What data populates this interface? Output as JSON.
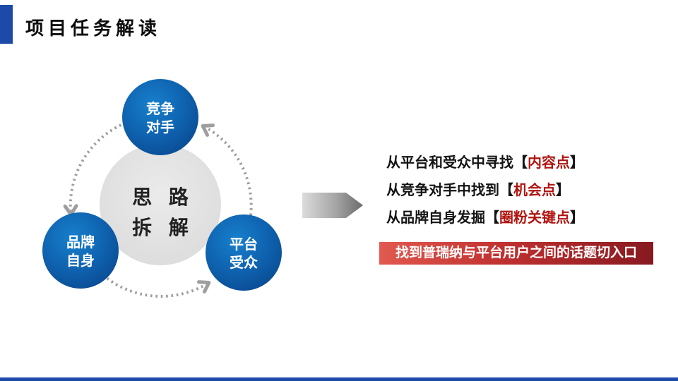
{
  "slide": {
    "title": "项目任务解读"
  },
  "colors": {
    "accent_blue": "#1C4AA9",
    "node_blue": "#0E63B0",
    "center_gray": "#E0E0E0",
    "keyword_red": "#B01410",
    "banner_red_from": "#E25A50",
    "banner_red_to": "#861920",
    "arc_gray": "#9E9E9E"
  },
  "diagram": {
    "center_label": {
      "line1": "思 路",
      "line2": "拆 解"
    },
    "nodes": [
      {
        "line1": "竞争",
        "line2": "对手"
      },
      {
        "line1": "品牌",
        "line2": "自身"
      },
      {
        "line1": "平台",
        "line2": "受众"
      }
    ]
  },
  "insights": [
    {
      "prefix": "从平台和受众中寻找",
      "open": "【",
      "keyword": "内容点",
      "close": "】"
    },
    {
      "prefix": "从竞争对手中找到",
      "open": "【",
      "keyword": "机会点",
      "close": "】"
    },
    {
      "prefix": "从品牌自身发掘",
      "open": "【",
      "keyword": "圈粉关键点",
      "close": "】"
    }
  ],
  "conclusion": {
    "text": "找到普瑞纳与平台用户之间的话题切入口"
  }
}
